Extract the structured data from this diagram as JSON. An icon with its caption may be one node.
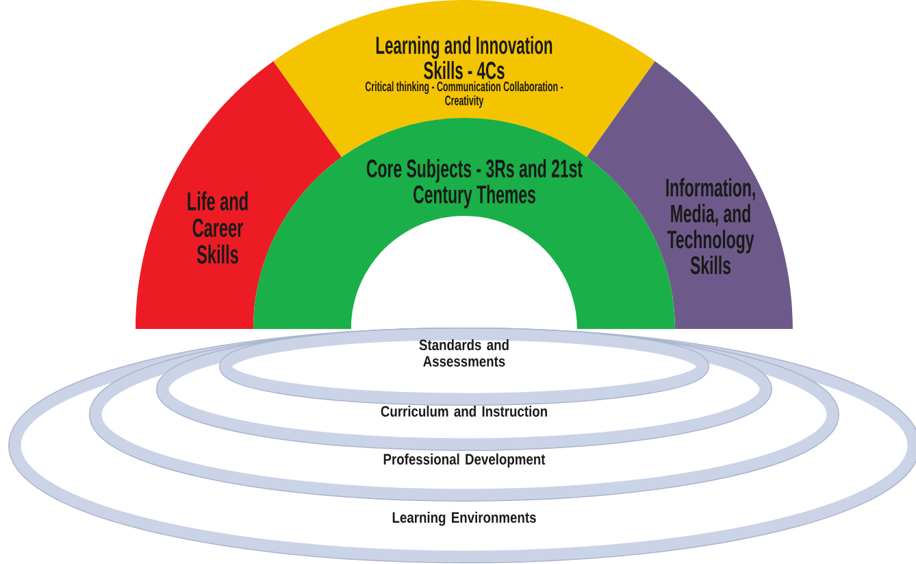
{
  "diagram": {
    "nodes": [
      {
        "text": [
          "Life and Career Skills"
        ]
      },
      {
        "text": [
          "Learning and Innovation Skills - 4Cs",
          "Critical thinking - Communication Collaboration - Creativity"
        ]
      },
      {
        "text": [
          "Information, Media, and Technology Skills"
        ]
      },
      {
        "text": [
          "Core Subjects - 3Rs and 21st Century Themes"
        ]
      },
      {
        "text": [
          "Standards and Assessments"
        ],
        "in": 5
      },
      {
        "text": [
          "Curriculum and Instruction"
        ],
        "in": 6
      },
      {
        "text": [
          "Professional Development"
        ],
        "in": 7
      },
      {
        "text": [
          "Learning Environments"
        ]
      }
    ]
  }
}
